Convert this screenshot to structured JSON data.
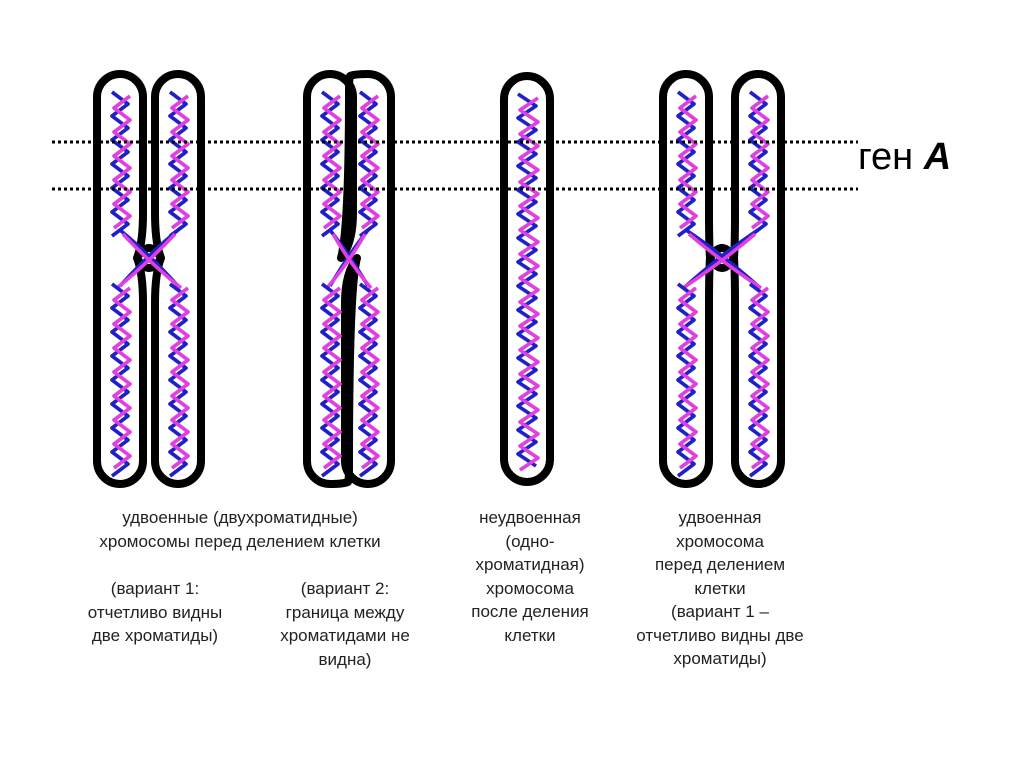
{
  "gene_label": {
    "prefix": "ген ",
    "letter": "A"
  },
  "colors": {
    "outline": "#000000",
    "strand_blue": "#2020c8",
    "strand_pink": "#e040e0",
    "marker_line": "#000000"
  },
  "chromosomes": [
    {
      "name": "double-chromatid-variant-1",
      "kind": "two-chromatids-separate"
    },
    {
      "name": "double-chromatid-variant-2",
      "kind": "two-chromatids-joined"
    },
    {
      "name": "single-chromatid",
      "kind": "one-chromatid"
    },
    {
      "name": "double-chromatid-variant-1b",
      "kind": "two-chromatids-separate"
    }
  ],
  "captions": {
    "group_header": [
      "удвоенные (двухроматидные)",
      "хромосомы перед делением клетки"
    ],
    "variant1": [
      "(вариант 1:",
      "отчетливо видны",
      "две хроматиды)"
    ],
    "variant2": [
      "(вариант 2:",
      "граница между",
      "хроматидами не",
      "видна)"
    ],
    "single": [
      "неудвоенная",
      "(одно-",
      "хроматидная)",
      "хромосома",
      "после деления",
      "клетки"
    ],
    "right": [
      "удвоенная",
      "хромосома",
      "перед делением",
      "клетки",
      "(вариант 1 –",
      "отчетливо видны две",
      "хроматиды)"
    ]
  }
}
